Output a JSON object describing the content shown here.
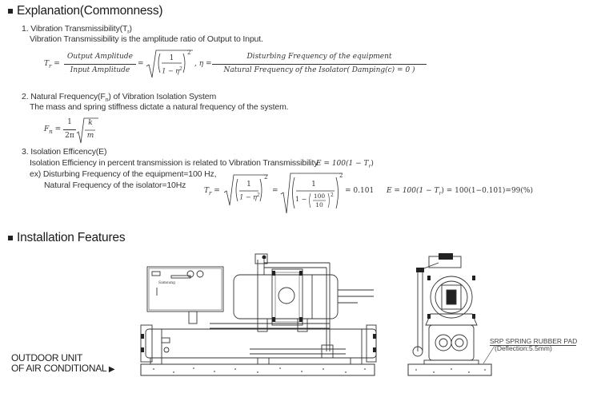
{
  "sections": {
    "explanation_title": "Explanation(Commonness)",
    "installation_title": "Installation Features"
  },
  "items": {
    "item1_heading": "1. Vibration Transmissibility(T",
    "item1_heading_sub": "r",
    "item1_heading_end": ")",
    "item1_desc": "Vibration Transmissibility is the amplitude ratio of Output to Input.",
    "item2_heading": "2. Natural Frequency(F",
    "item2_heading_sub": "n",
    "item2_heading_end": ") of Vibration Isolation System",
    "item2_desc": "The mass and spring stiffness dictate a natural frequency of the system.",
    "item3_heading": "3. Isolation Efficency(E)",
    "item3_desc": "Isolation Efficiency in percent transmission is related to Vibration Transmissibility",
    "item3_example_line1": "ex) Disturbing Frequency of the equipment=100 Hz,",
    "item3_example_line2": "Natural Frequency of the isolator=10Hz"
  },
  "formulas": {
    "tr": "T",
    "tr_sub": "r",
    "eq": "=",
    "output_amp": "Output Amplitude",
    "input_amp": "Input Amplitude",
    "one": "1",
    "one_minus_eta2": "1 − η",
    "sq": "2",
    "eta_comma": ", η =",
    "disturbing": "Disturbing Frequency of the equipment",
    "natural_iso": "Natural Frequency of the Isolator( Damping(c) = 0 )",
    "fn": "F",
    "fn_sub": "n",
    "two_pi": "2π",
    "k": "k",
    "m": "m",
    "e_formula": "E = 100(1 − T",
    "e_formula_end": ")",
    "one_minus": "1 −",
    "hundred": "100",
    "ten": "10",
    "result_value": "= 0.101",
    "e_result": "E = 100(1 − T",
    "e_result_end": ") = 100(1−0.101)=99(%)"
  },
  "figure": {
    "caption_line1": "OUTDOOR UNIT",
    "caption_line2": "OF AIR CONDITIONAL",
    "caption_arrow": "▶",
    "pad_label": "SRP SPRING RUBBER PAD",
    "pad_deflection": "(Deflection:5.5mm)",
    "brand": "Samsung"
  }
}
